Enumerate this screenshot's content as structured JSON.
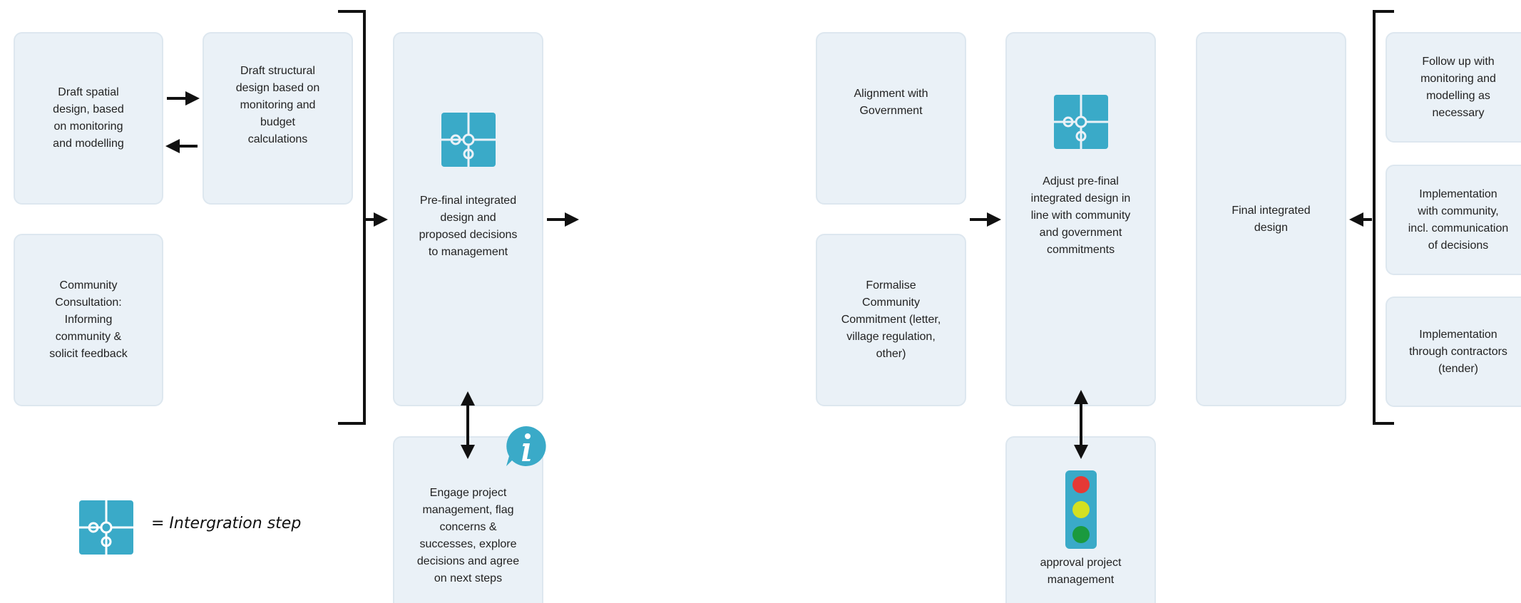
{
  "colors": {
    "box_fill": "#eaf1f7",
    "box_border": "#dde7ef",
    "puzzle_fill": "#3aaac8",
    "arrow": "#111111",
    "info_badge": "#3aaac8",
    "traffic_red": "#e53935",
    "traffic_yellow": "#d4e021",
    "traffic_green": "#1b9a3e"
  },
  "boxes": {
    "draft_spatial": "Draft spatial\ndesign, based\non monitoring\nand modelling",
    "draft_structural": "Draft structural\ndesign based on\nmonitoring and\nbudget\ncalculations",
    "community_consultation": "Community\nConsultation:\nInforming\ncommunity &\nsolicit feedback",
    "pre_final": "Pre-final integrated\ndesign and\nproposed decisions\nto management",
    "engage": "Engage project\nmanagement, flag\nconcerns &\nsuccesses, explore\ndecisions and agree\non next steps",
    "alignment": "Alignment with\nGovernment",
    "formalise": "Formalise\nCommunity\nCommitment (letter,\nvillage regulation,\nother)",
    "adjust": "Adjust pre-final\nintegrated design in\nline with community\nand government\ncommitments",
    "approval": "approval project\nmanagement",
    "final": "Final integrated\ndesign",
    "follow_up": "Follow up with\nmonitoring and\nmodelling as\nnecessary",
    "impl_community": "Implementation\nwith community,\nincl. communication\nof decisions",
    "impl_contractors": "Implementation\nthrough contractors\n(tender)"
  },
  "icons": {
    "puzzle": "puzzle-icon",
    "info": "info-icon",
    "traffic_light": "traffic-light-icon"
  },
  "legend": {
    "label": "= Intergration step"
  }
}
